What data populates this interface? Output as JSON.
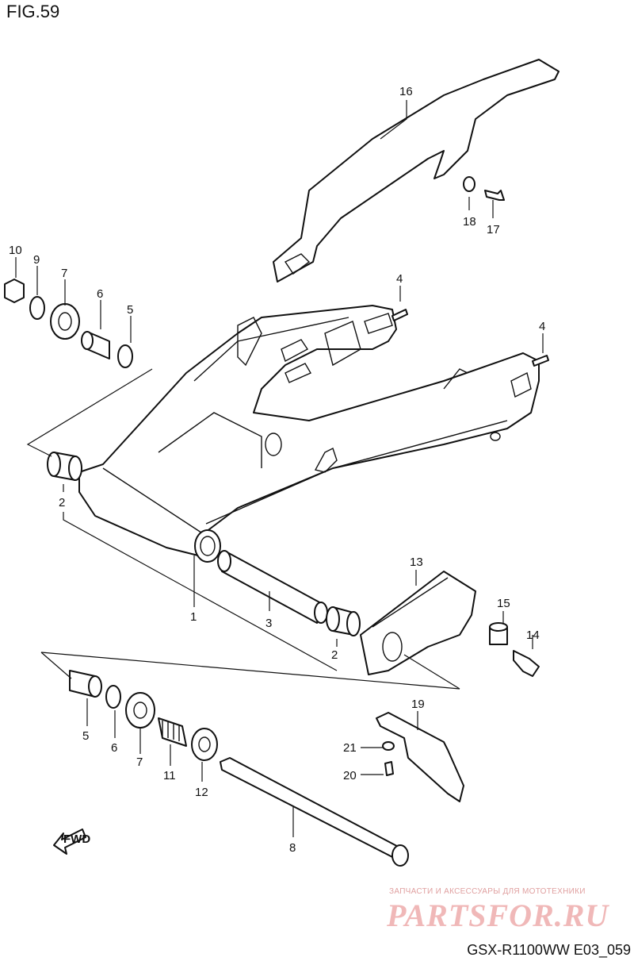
{
  "figure": {
    "title": "FIG.59",
    "model_code": "GSX-R1100WW  E03_059"
  },
  "watermark": {
    "subtitle": "ЗАПЧАСТИ И АКСЕССУАРЫ ДЛЯ МОТОТЕХНИКИ",
    "logo": "PARTSFOR.RU"
  },
  "fwd_arrow_label": "FWD",
  "callouts": {
    "c1": "1",
    "c2a": "2",
    "c2b": "2",
    "c3": "3",
    "c4a": "4",
    "c4b": "4",
    "c5a": "5",
    "c5b": "5",
    "c6a": "6",
    "c6b": "6",
    "c7a": "7",
    "c7b": "7",
    "c8": "8",
    "c9": "9",
    "c10": "10",
    "c11": "11",
    "c12": "12",
    "c13": "13",
    "c14": "14",
    "c15": "15",
    "c16": "16",
    "c17": "17",
    "c18": "18",
    "c19": "19",
    "c20": "20",
    "c21": "21"
  }
}
